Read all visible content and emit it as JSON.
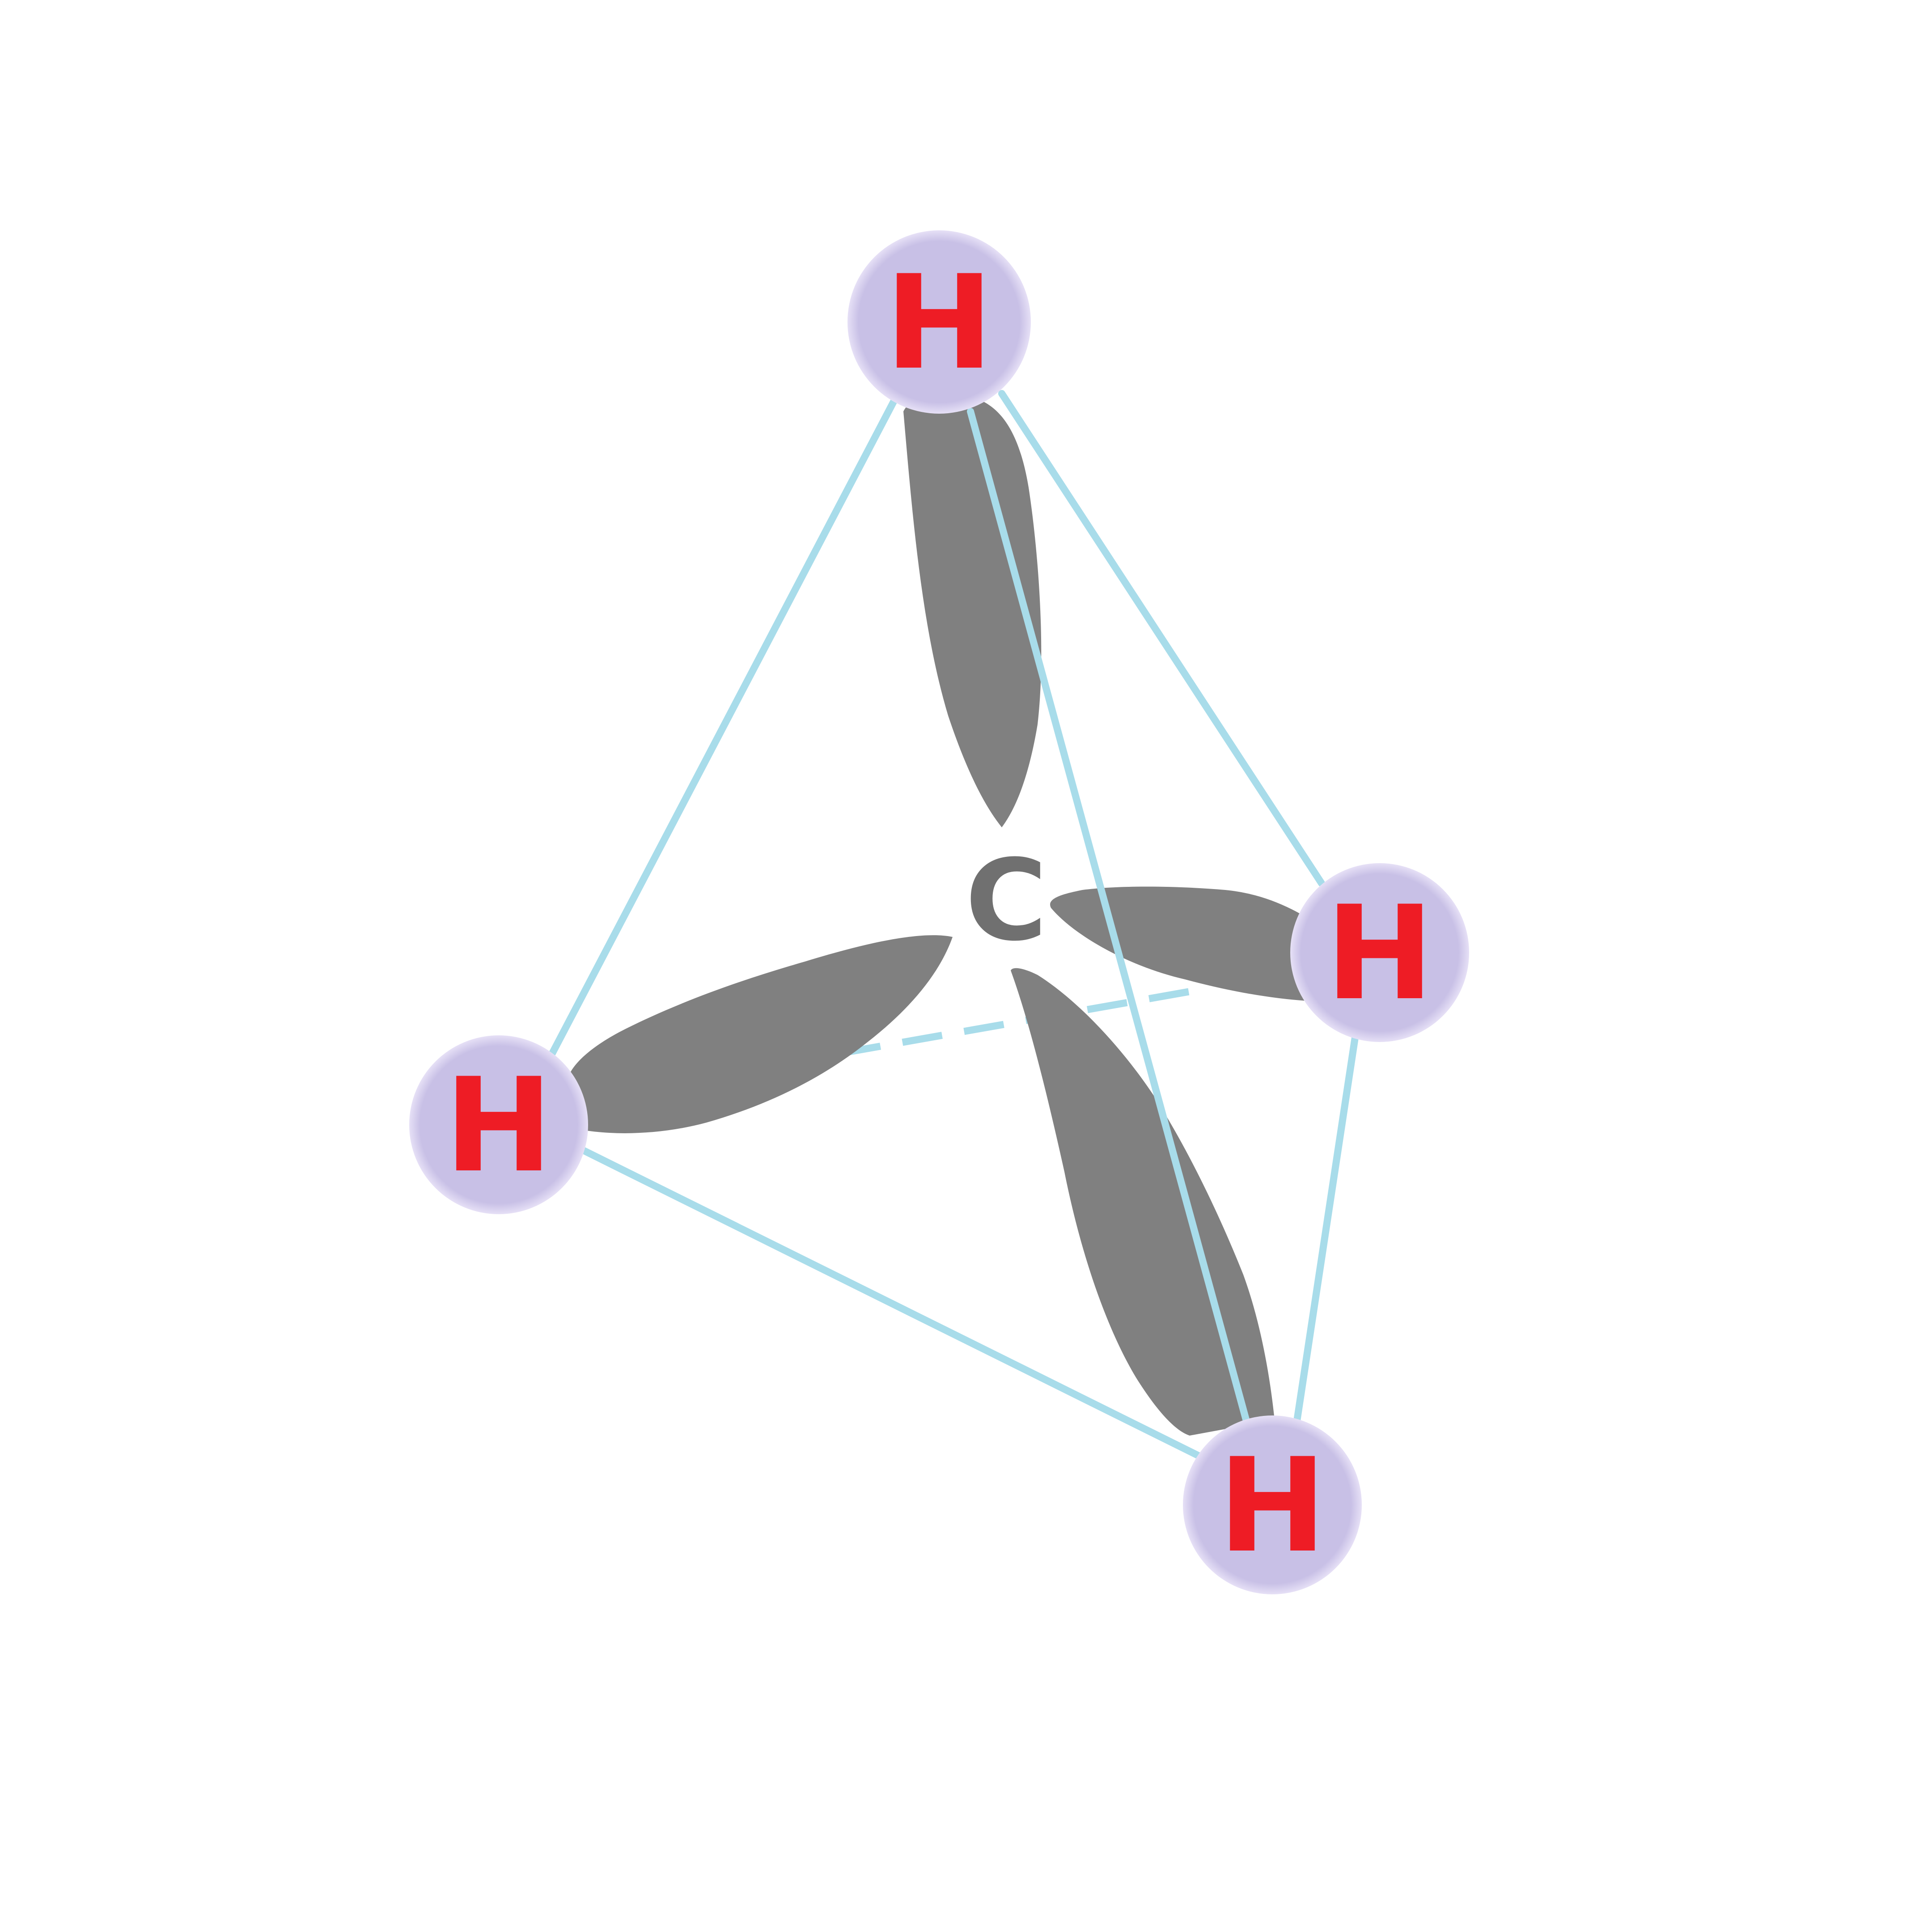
{
  "molecule": {
    "center_atom": {
      "label": "C",
      "color": "#707070"
    },
    "outer_atoms": [
      {
        "id": "top",
        "label": "H"
      },
      {
        "id": "right",
        "label": "H"
      },
      {
        "id": "left",
        "label": "H"
      },
      {
        "id": "bottom",
        "label": "H"
      }
    ]
  },
  "colors": {
    "hydrogen_fill": "#c8c0e6",
    "hydrogen_label": "#ee1c25",
    "orbital_fill": "#808080",
    "tetrahedron_edge": "#a8dcea",
    "background": "#ffffff"
  }
}
